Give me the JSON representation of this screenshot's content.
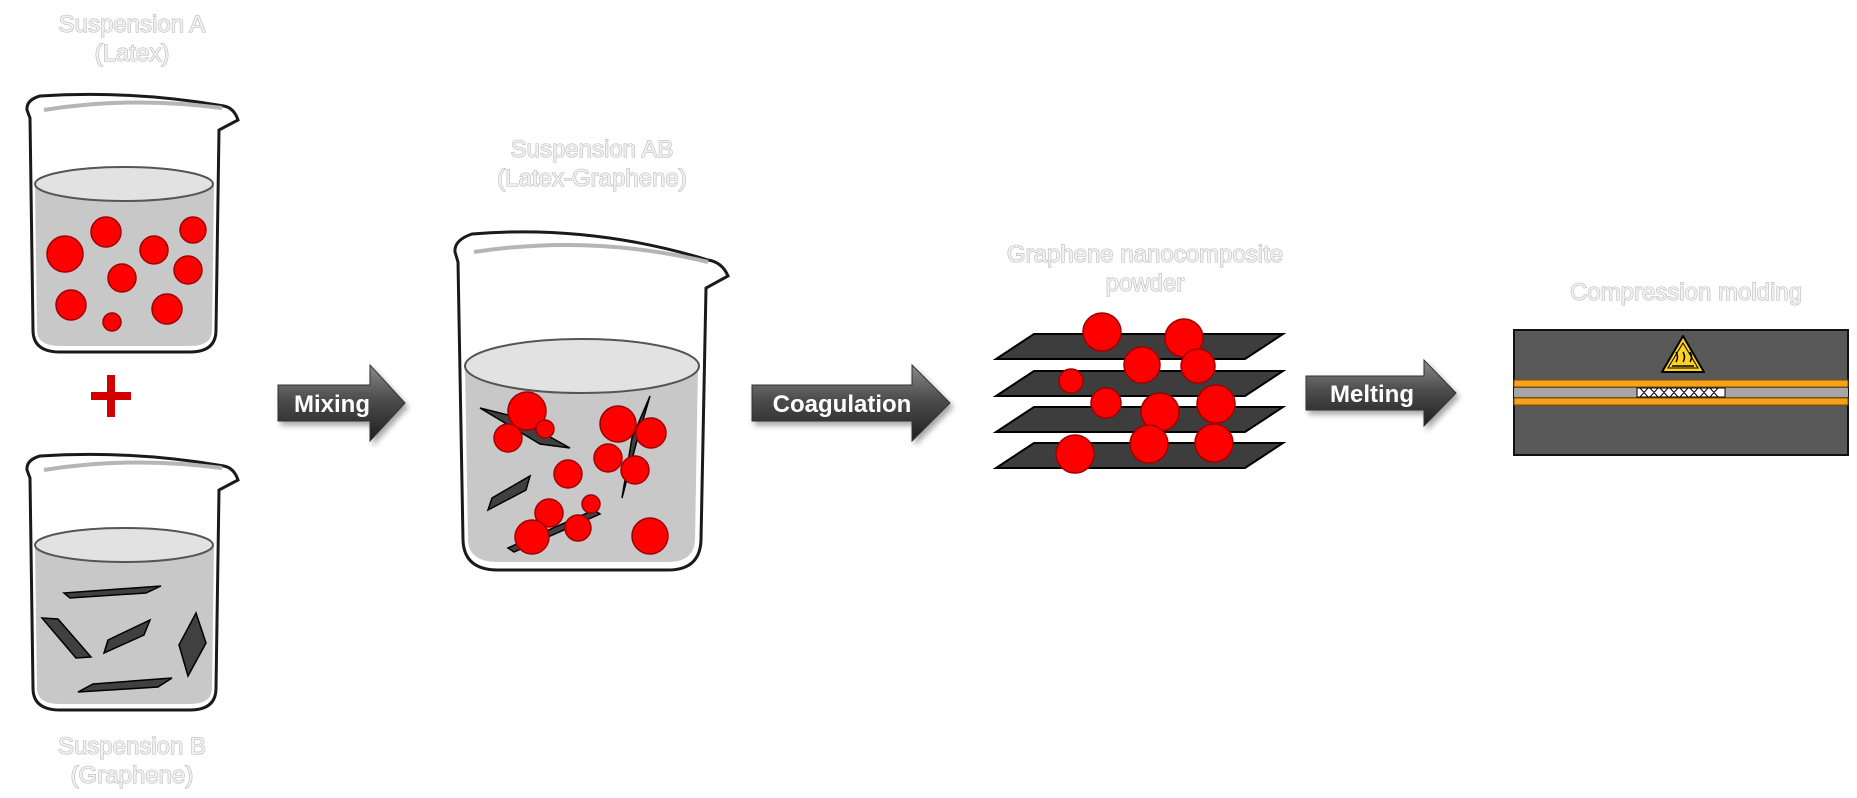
{
  "labels": {
    "suspension_a": [
      "Suspension A",
      "(Latex)"
    ],
    "suspension_b": [
      "Suspension B",
      "(Graphene)"
    ],
    "suspension_ab": [
      "Suspension AB",
      "(Latex-Graphene)"
    ],
    "powder": [
      "Graphene nanocomposite",
      "powder"
    ],
    "molding": "Compression molding"
  },
  "steps": {
    "mixing": "Mixing",
    "coagulation": "Coagulation",
    "melting": "Melting"
  },
  "colors": {
    "latex_particle": "#ff0000",
    "graphene_flake": "#404040",
    "press_plate": "#595959",
    "heater_band": "#f7a21b",
    "warning_sign": "#ffd21f"
  },
  "icons": {
    "plus": "red-plus-icon",
    "warning": "hot-surface-warning-icon"
  }
}
